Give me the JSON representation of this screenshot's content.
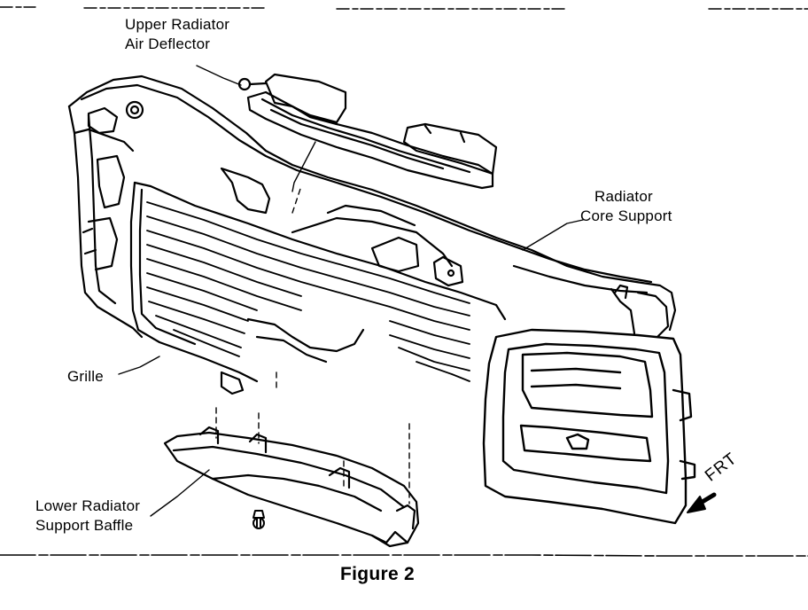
{
  "labels": {
    "upper_deflector_line1": "Upper Radiator",
    "upper_deflector_line2": "Air Deflector",
    "core_support_line1": "Radiator",
    "core_support_line2": "Core Support",
    "grille": "Grille",
    "lower_baffle_line1": "Lower Radiator",
    "lower_baffle_line2": "Support Baffle",
    "front_direction": "FRT"
  },
  "caption": "Figure 2"
}
